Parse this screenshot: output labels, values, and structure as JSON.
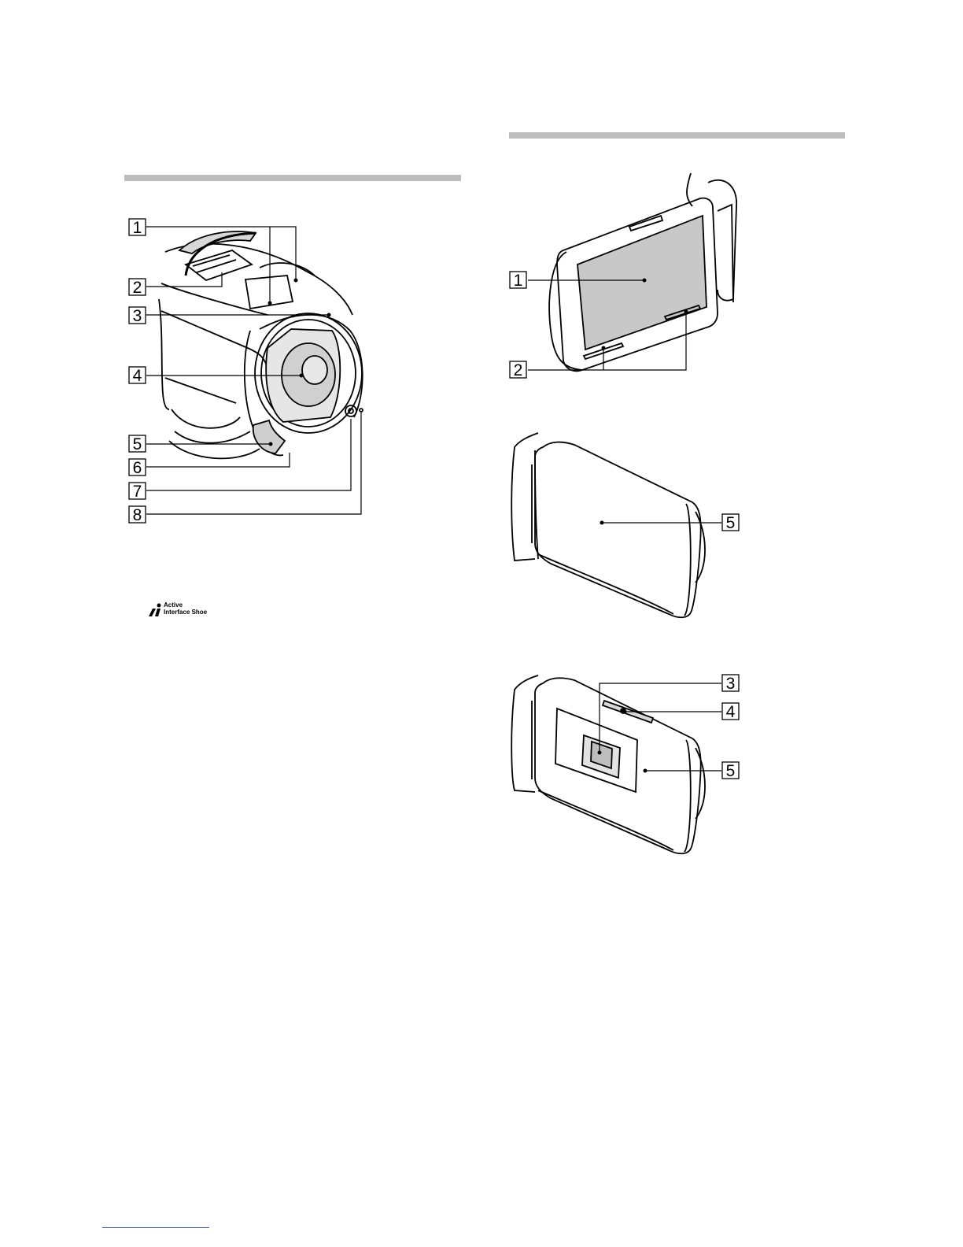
{
  "left_figure": {
    "callouts": [
      "1",
      "2",
      "3",
      "4",
      "5",
      "6",
      "7",
      "8"
    ]
  },
  "right_figure": {
    "top_callouts": [
      "1",
      "2"
    ],
    "middle_callouts": [
      "5"
    ],
    "bottom_callouts": [
      "3",
      "4",
      "5"
    ]
  },
  "logo": {
    "line1": "Active",
    "line2": "Interface Shoe"
  },
  "colors": {
    "rule": "#bdbdbd",
    "lcd_screen": "#c8c8c8",
    "footer_link": "#2a4fb0"
  }
}
